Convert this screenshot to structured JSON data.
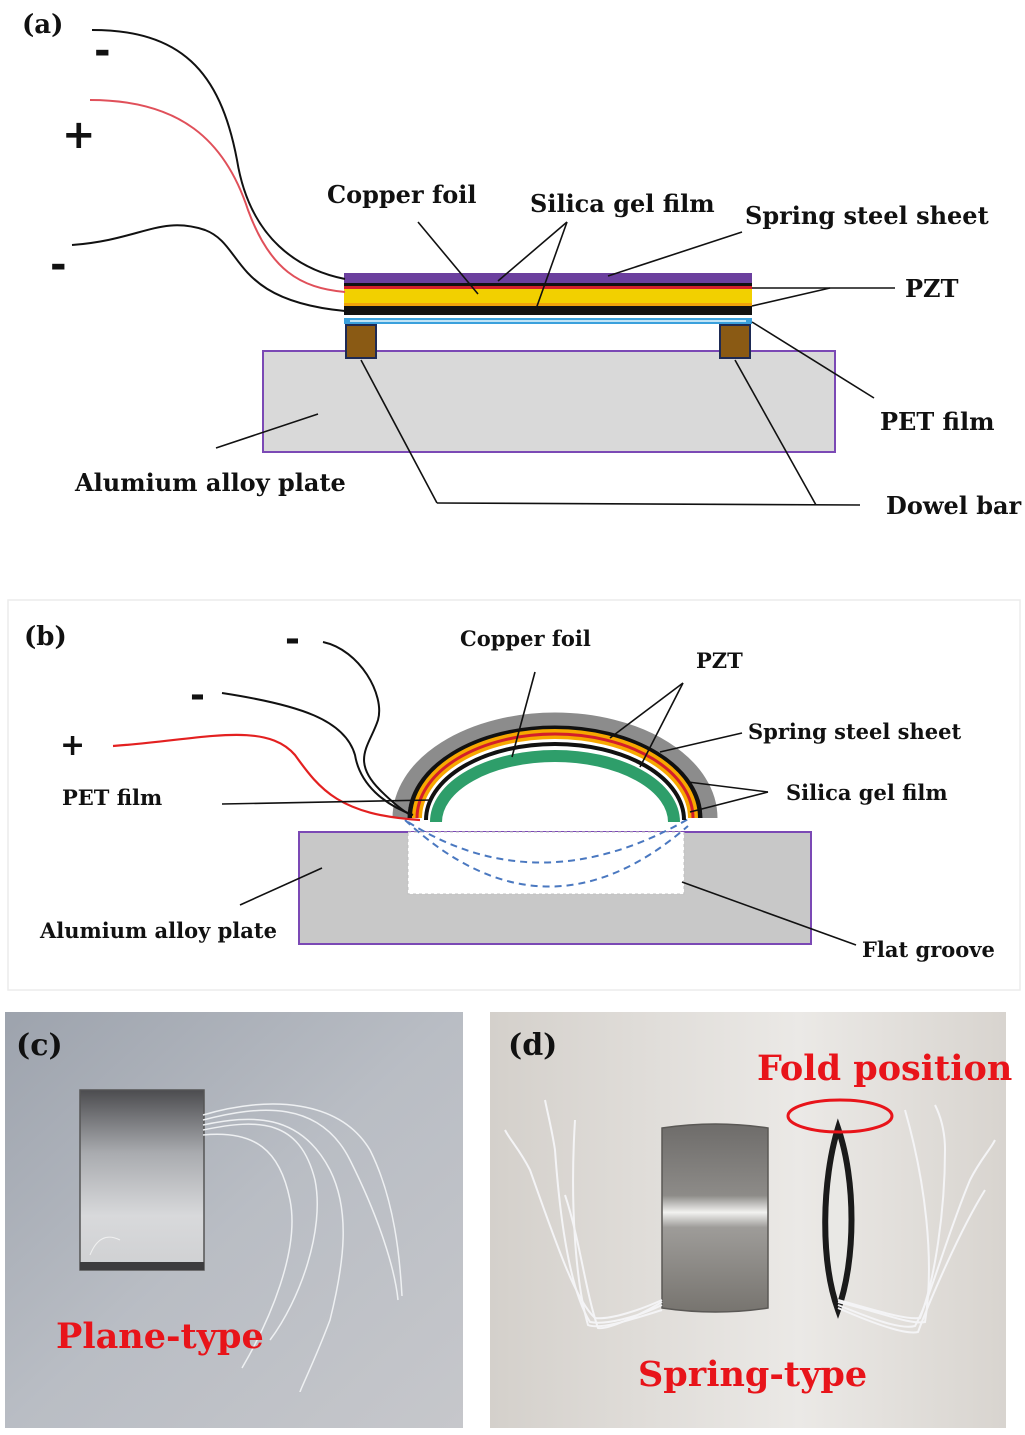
{
  "panel_a": {
    "tag": "(a)",
    "signs": {
      "minus_top": "-",
      "plus": "+",
      "minus_bottom": "-"
    },
    "labels": {
      "copper_foil": "Copper foil",
      "silica_gel_film": "Silica gel film",
      "spring_steel_sheet": "Spring steel sheet",
      "pzt": "PZT",
      "pet_film": "PET film",
      "dowel_bar": "Dowel bar",
      "aluminium_plate": "Alumium alloy plate"
    },
    "colors": {
      "spring_steel": "#6b3f9e",
      "copper": "#d31f2a",
      "pzt": "#f2d000",
      "pzt_orange": "#f0a20a",
      "silica_gel": "#111111",
      "pet": "#3aa0dc",
      "dowel": "#8a5a14",
      "plate_fill": "#d9d9d9",
      "plate_border": "#7b49b5",
      "wire_plus": "#e0505a",
      "wire_minus": "#111111"
    }
  },
  "panel_b": {
    "tag": "(b)",
    "signs": {
      "minus_top": "-",
      "minus_mid": "-",
      "plus": "+"
    },
    "labels": {
      "copper_foil": "Copper foil",
      "pzt": "PZT",
      "spring_steel_sheet": "Spring steel sheet",
      "silica_gel_film": "Silica gel film",
      "pet_film": "PET film",
      "aluminium_plate": "Alumium alloy plate",
      "flat_groove": "Flat groove"
    },
    "colors": {
      "spring_steel": "#8c8c8c",
      "copper": "#d31f2a",
      "pzt": "#f7a800",
      "silica_gel": "#111111",
      "pet": "#2e9e6a",
      "plate_fill": "#c8c8c8",
      "plate_border": "#7b49b5",
      "groove_dash": "#4a78c0"
    }
  },
  "panel_c": {
    "tag": "(c)",
    "caption": "Plane-type"
  },
  "panel_d": {
    "tag": "(d)",
    "caption": "Spring-type",
    "annotation": "Fold position",
    "annotation_color": "#e8141a"
  }
}
